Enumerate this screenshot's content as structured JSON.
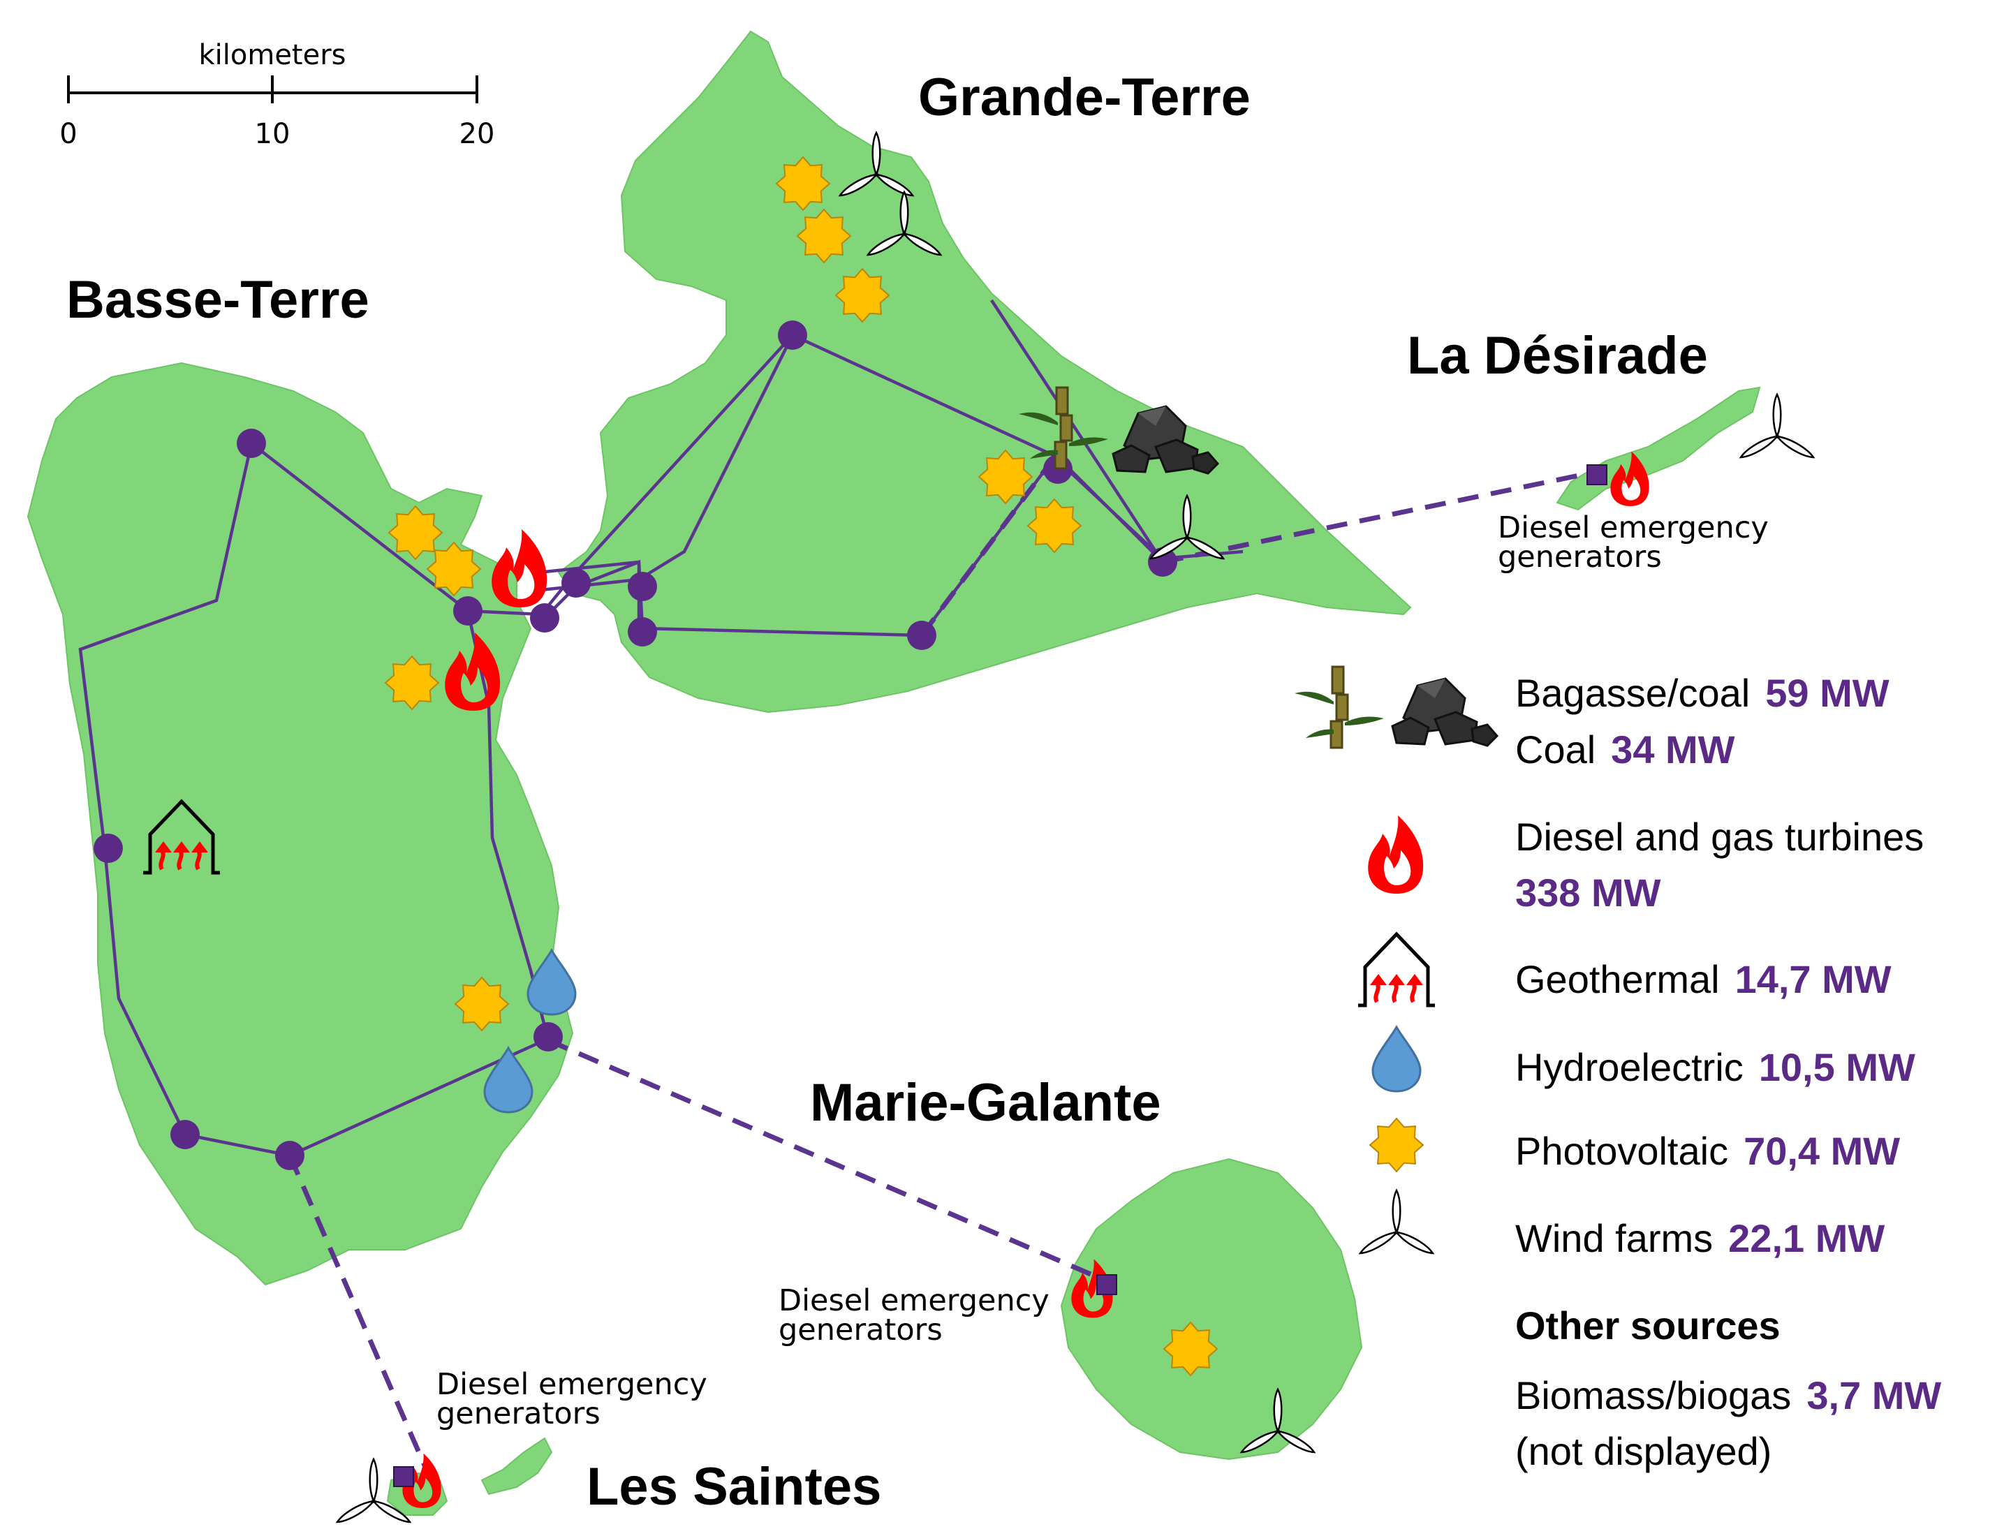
{
  "scale": {
    "title": "kilometers",
    "ticks": [
      "0",
      "10",
      "20"
    ]
  },
  "islands": {
    "grande_terre": "Grande-Terre",
    "basse_terre": "Basse-Terre",
    "la_desirade": "La Désirade",
    "marie_galante": "Marie-Galante",
    "les_saintes": "Les Saintes"
  },
  "annotations": {
    "desirade_generators": [
      "Diesel emergency",
      "generators"
    ],
    "marie_galante_generators": [
      "Diesel emergency",
      "generators"
    ],
    "saintes_generators": [
      "Diesel emergency",
      "generators"
    ]
  },
  "legend": {
    "bagasse_coal": {
      "label": "Bagasse/coal",
      "value": "59 MW"
    },
    "coal": {
      "label": "Coal",
      "value": "34 MW"
    },
    "diesel": {
      "label": "Diesel and gas turbines",
      "value": "338 MW"
    },
    "geothermal": {
      "label": "Geothermal",
      "value": "14,7 MW"
    },
    "hydro": {
      "label": "Hydroelectric",
      "value": "10,5 MW"
    },
    "pv": {
      "label": "Photovoltaic",
      "value": "70,4 MW"
    },
    "wind": {
      "label": "Wind farms",
      "value": "22,1 MW"
    },
    "other_heading": "Other sources",
    "biomass": {
      "label": "Biomass/biogas",
      "value": "3,7 MW",
      "note": "(not displayed)"
    }
  },
  "colors": {
    "land": "#82d67a",
    "grid": "#5b2a86",
    "pv": "#ffc000",
    "hydro": "#5b9bd5",
    "flame": "#ff0000",
    "value_text": "#5b2a86"
  },
  "icons": [
    "photovoltaic-icon",
    "wind-turbine-icon",
    "flame-icon",
    "hydro-drop-icon",
    "geothermal-icon",
    "bagasse-icon",
    "coal-icon",
    "emergency-generator-square"
  ]
}
